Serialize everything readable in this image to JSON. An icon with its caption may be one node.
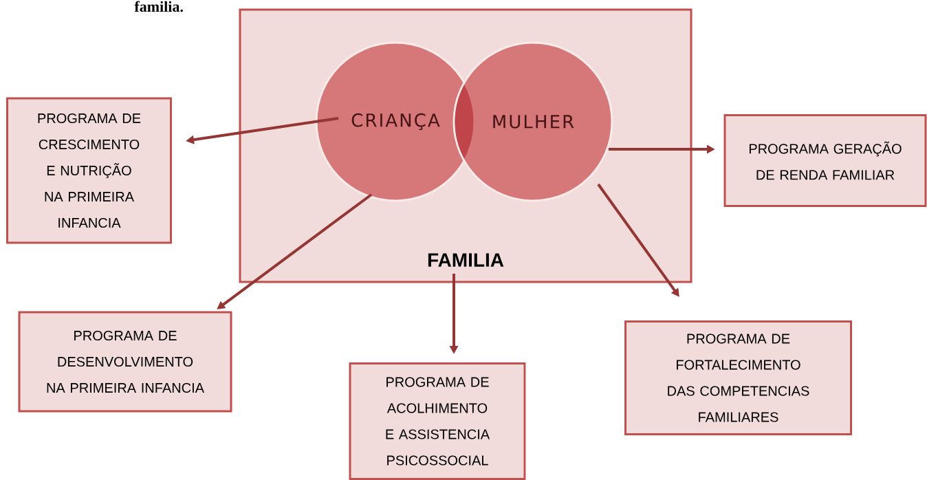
{
  "diagram": {
    "nodes": [
      {
        "text": [
          "FAMILIA"
        ]
      },
      {
        "text": [
          "CRIANÇA"
        ],
        "in": 0
      },
      {
        "text": [
          "MULHER"
        ],
        "in": 0
      },
      {
        "text": [
          "PROGRAMA DE CRESCIMENTO E NUTRIÇÃO NA PRIMEIRA INFANCIA"
        ]
      },
      {
        "text": [
          "PROGRAMA GERAÇÃO DE RENDA FAMILIAR"
        ]
      },
      {
        "text": [
          "PROGRAMA DE DESENVOLVIMENTO NA PRIMEIRA INFANCIA"
        ]
      },
      {
        "text": [
          "PROGRAMA DE ACOLHIMENTO E ASSISTENCIA PSICOSSOCIAL"
        ]
      },
      {
        "text": [
          "PROGRAMA DE FORTALECIMENTO DAS COMPETENCIAS FAMILIARES"
        ]
      }
    ],
    "edges": [
      {
        "from": 1,
        "to": 3,
        "arrow": "to"
      },
      {
        "from": 2,
        "to": 4,
        "arrow": "to"
      },
      {
        "from": 1,
        "to": 5,
        "arrow": "to"
      },
      {
        "from": 0,
        "to": 6,
        "arrow": "to"
      },
      {
        "from": 2,
        "to": 7,
        "arrow": "to"
      }
    ],
    "labels": [
      "familia."
    ]
  }
}
